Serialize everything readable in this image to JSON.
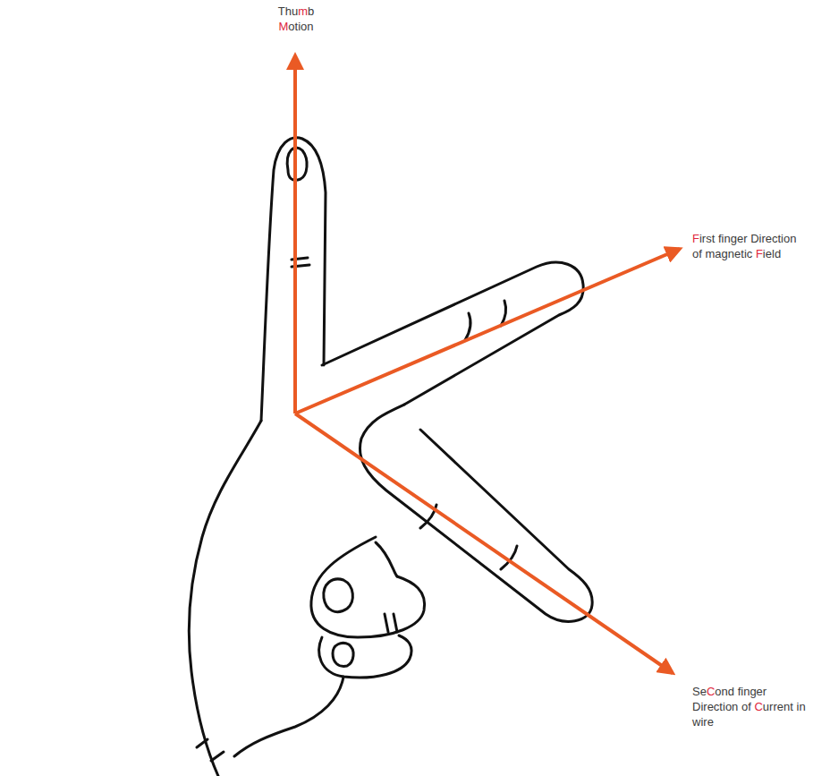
{
  "diagram": {
    "labels": [
      "Thumb Motion",
      "First finger Direction of magnetic Field",
      "SeCond finger Direction of Current in wire"
    ]
  }
}
